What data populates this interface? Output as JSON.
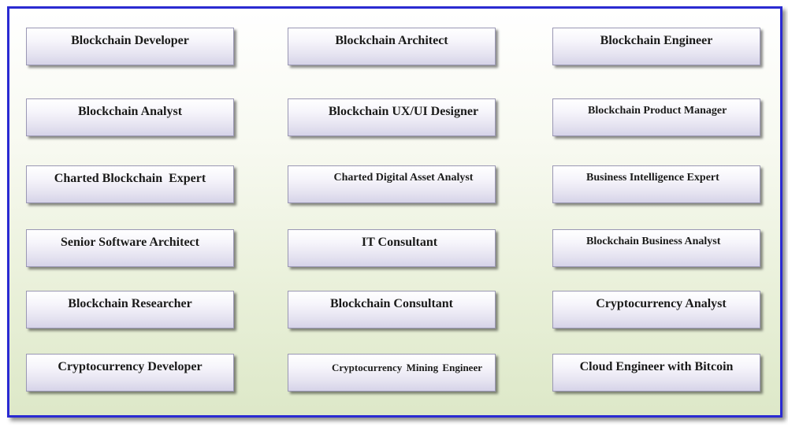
{
  "roles": [
    {
      "label": "Blockchain Developer"
    },
    {
      "label": "Blockchain Architect"
    },
    {
      "label": "Blockchain Engineer"
    },
    {
      "label": "Blockchain Analyst"
    },
    {
      "label": "Blockchain UX/UI Designer"
    },
    {
      "label": "Blockchain Product Manager"
    },
    {
      "label": "Charted Blockchain  Expert"
    },
    {
      "label": "Charted Digital Asset Analyst"
    },
    {
      "label": "Business Intelligence Expert"
    },
    {
      "label": "Senior Software Architect"
    },
    {
      "label": "IT Consultant"
    },
    {
      "label": "Blockchain Business Analyst"
    },
    {
      "label": "Blockchain Researcher"
    },
    {
      "label": "Blockchain Consultant"
    },
    {
      "label": "Cryptocurrency Analyst"
    },
    {
      "label": "Cryptocurrency Developer"
    },
    {
      "label": "Cryptocurrency Mining Engineer"
    },
    {
      "label": "Cloud Engineer with Bitcoin"
    }
  ]
}
